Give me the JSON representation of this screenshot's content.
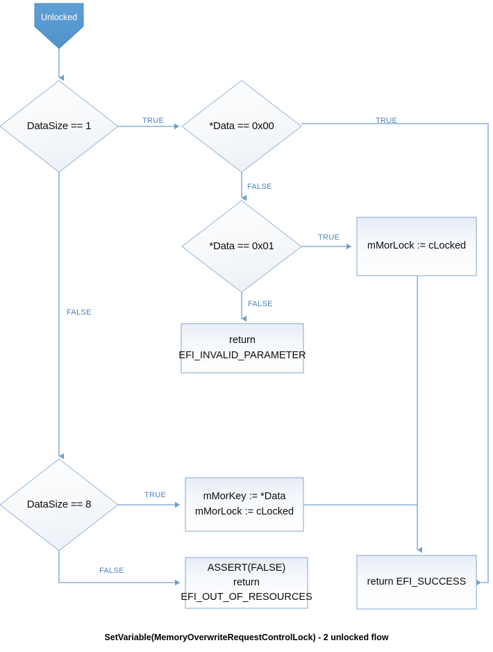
{
  "diagram": {
    "caption": "SetVariable(MemoryOverwriteRequestControlLock) - 2 unlocked flow",
    "colors": {
      "start_fill": "#5b9bd1",
      "start_stroke": "#4a89bf",
      "shape_stroke": "#8eb4d9",
      "box_stroke": "#95b3d7",
      "connector": "#6f9fd0",
      "label_text": "#4f81bd",
      "node_text": "#0d0d0d",
      "box_fill_top": "#eef2f7",
      "box_fill_bottom": "#ffffff"
    },
    "nodes": {
      "start": {
        "label": "Unlocked",
        "shape": "pentagon-down"
      },
      "decision_datasize_1": {
        "label": "DataSize == 1",
        "shape": "diamond"
      },
      "decision_data_0x00": {
        "label": "*Data == 0x00",
        "shape": "diamond"
      },
      "decision_data_0x01": {
        "label": "*Data == 0x01",
        "shape": "diamond"
      },
      "decision_datasize_8": {
        "label": "DataSize == 8",
        "shape": "diamond"
      },
      "process_mmorlock_clocked": {
        "label": "mMorLock := cLocked",
        "shape": "rect"
      },
      "process_mmorkey": {
        "label": "mMorKey := *Data\nmMorLock := cLocked",
        "shape": "rect"
      },
      "return_invalid_parameter": {
        "label": "return\nEFI_INVALID_PARAMETER",
        "shape": "rect"
      },
      "return_out_of_resources": {
        "label": "ASSERT(FALSE)\nreturn\nEFI_OUT_OF_RESOURCES",
        "shape": "rect"
      },
      "return_success": {
        "label": "return EFI_SUCCESS",
        "shape": "rect"
      }
    },
    "edge_labels": {
      "datasize1_true": "TRUE",
      "datasize1_false": "FALSE",
      "data0x00_true": "TRUE",
      "data0x00_false": "FALSE",
      "data0x01_true": "TRUE",
      "data0x01_false": "FALSE",
      "datasize8_true": "TRUE",
      "datasize8_false": "FALSE"
    }
  }
}
